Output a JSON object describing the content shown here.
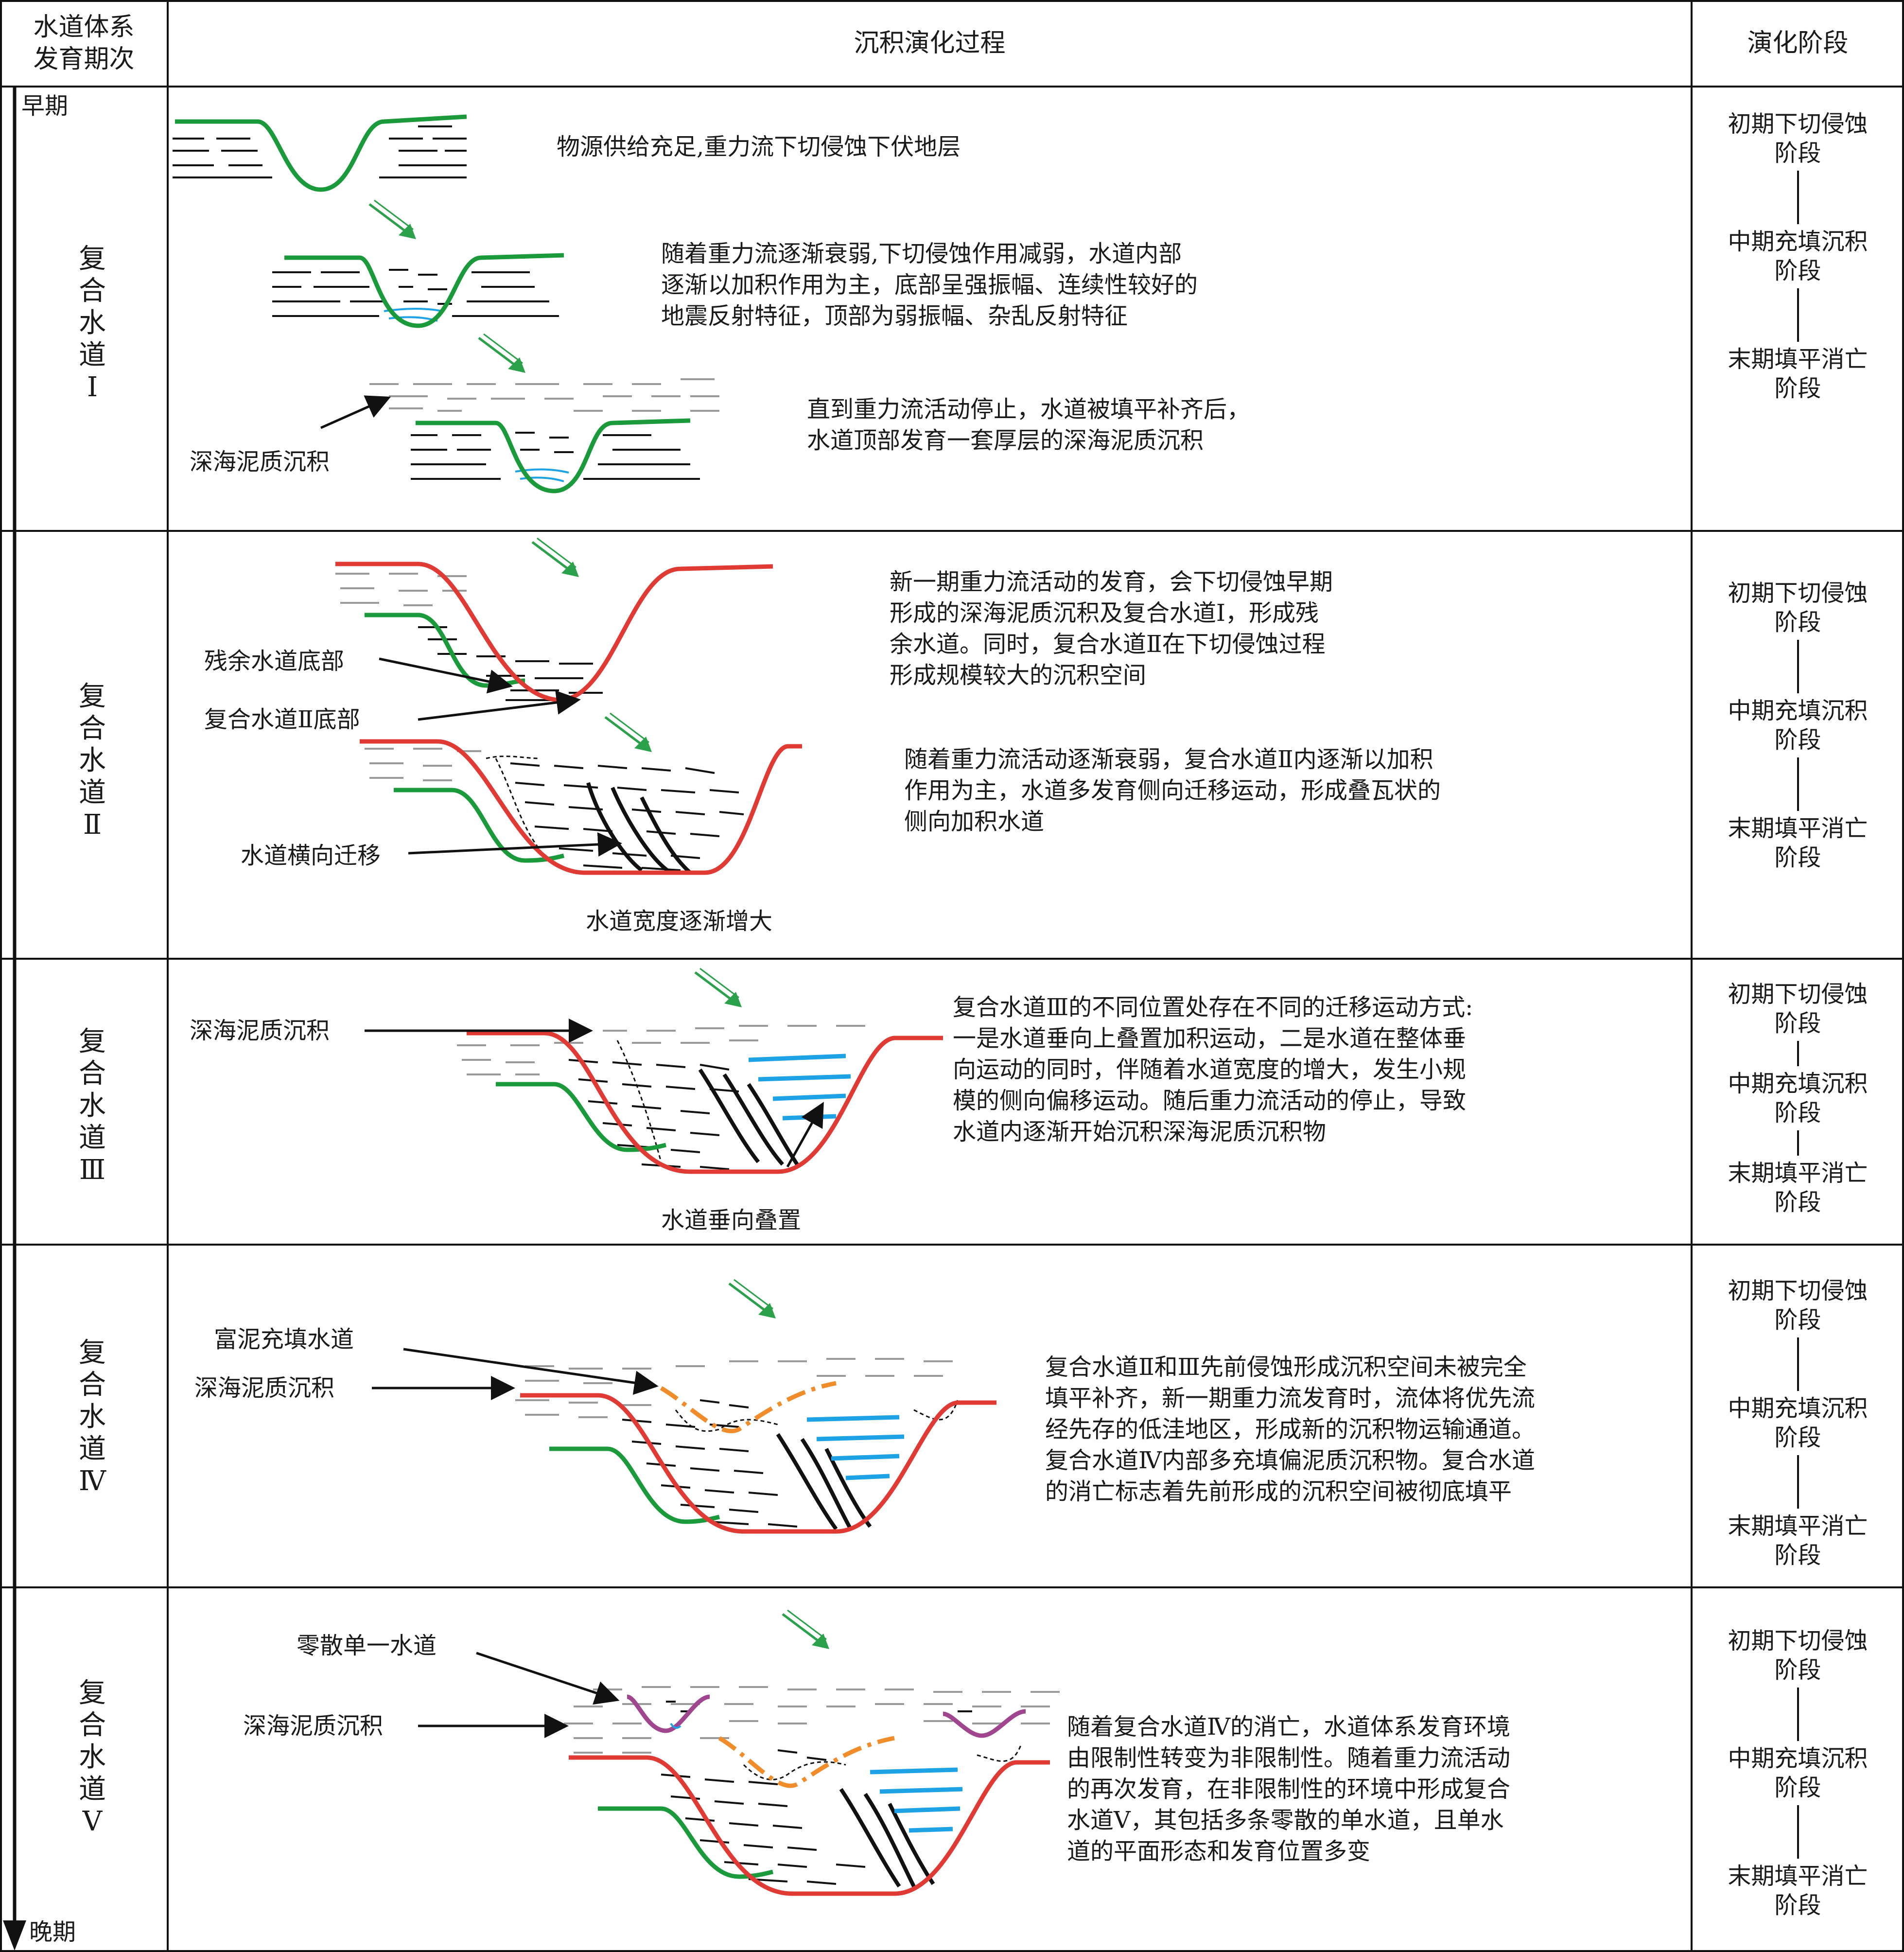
{
  "header": {
    "col1": "水道体系\n发育期次",
    "col2": "沉积演化过程",
    "col3": "演化阶段"
  },
  "time_axis": {
    "start": "早期",
    "end": "晚期"
  },
  "rows": [
    {
      "name": "复合水道Ⅰ",
      "vertical_chars": [
        "复",
        "合",
        "水",
        "道",
        "Ⅰ"
      ],
      "descriptions": [
        "物源供给充足,重力流下切侵蚀下伏地层",
        "随着重力流逐渐衰弱,下切侵蚀作用减弱，水道内部\n逐渐以加积作用为主，底部呈强振幅、连续性较好的\n地震反射特征，顶部为弱振幅、杂乱反射特征",
        "直到重力流活动停止，水道被填平补齐后，\n水道顶部发育一套厚层的深海泥质沉积"
      ],
      "labels": [
        "深海泥质沉积"
      ],
      "stages": [
        "初期下切侵蚀\n阶段",
        "中期充填沉积\n阶段",
        "末期填平消亡\n阶段"
      ]
    },
    {
      "name": "复合水道Ⅱ",
      "vertical_chars": [
        "复",
        "合",
        "水",
        "道",
        "Ⅱ"
      ],
      "descriptions": [
        "新一期重力流活动的发育，会下切侵蚀早期\n形成的深海泥质沉积及复合水道Ⅰ，形成残\n余水道。同时，复合水道Ⅱ在下切侵蚀过程\n形成规模较大的沉积空间",
        "随着重力流活动逐渐衰弱，复合水道Ⅱ内逐渐以加积\n作用为主，水道多发育侧向迁移运动，形成叠瓦状的\n侧向加积水道"
      ],
      "labels": [
        "残余水道底部",
        "复合水道Ⅱ底部",
        "水道横向迁移",
        "水道宽度逐渐增大"
      ],
      "stages": [
        "初期下切侵蚀\n阶段",
        "中期充填沉积\n阶段",
        "末期填平消亡\n阶段"
      ]
    },
    {
      "name": "复合水道Ⅲ",
      "vertical_chars": [
        "复",
        "合",
        "水",
        "道",
        "Ⅲ"
      ],
      "descriptions": [
        "复合水道Ⅲ的不同位置处存在不同的迁移运动方式:\n一是水道垂向上叠置加积运动，二是水道在整体垂\n向运动的同时，伴随着水道宽度的增大，发生小规\n模的侧向偏移运动。随后重力流活动的停止，导致\n水道内逐渐开始沉积深海泥质沉积物"
      ],
      "labels": [
        "深海泥质沉积",
        "水道垂向叠置"
      ],
      "stages": [
        "初期下切侵蚀\n阶段",
        "中期充填沉积\n阶段",
        "末期填平消亡\n阶段"
      ]
    },
    {
      "name": "复合水道Ⅳ",
      "vertical_chars": [
        "复",
        "合",
        "水",
        "道",
        "Ⅳ"
      ],
      "descriptions": [
        "复合水道Ⅱ和Ⅲ先前侵蚀形成沉积空间未被完全\n填平补齐，新一期重力流发育时，流体将优先流\n经先存的低洼地区，形成新的沉积物运输通道。\n复合水道Ⅳ内部多充填偏泥质沉积物。复合水道\n的消亡标志着先前形成的沉积空间被彻底填平"
      ],
      "labels": [
        "富泥充填水道",
        "深海泥质沉积"
      ],
      "stages": [
        "初期下切侵蚀\n阶段",
        "中期充填沉积\n阶段",
        "末期填平消亡\n阶段"
      ]
    },
    {
      "name": "复合水道Ⅴ",
      "vertical_chars": [
        "复",
        "合",
        "水",
        "道",
        "Ⅴ"
      ],
      "descriptions": [
        "随着复合水道Ⅳ的消亡，水道体系发育环境\n由限制性转变为非限制性。随着重力流活动\n的再次发育，在非限制性的环境中形成复合\n水道Ⅴ，其包括多条零散的单水道，且单水\n道的平面形态和发育位置多变"
      ],
      "labels": [
        "零散单一水道",
        "深海泥质沉积"
      ],
      "stages": [
        "初期下切侵蚀\n阶段",
        "中期充填沉积\n阶段",
        "末期填平消亡\n阶段"
      ]
    }
  ],
  "colors": {
    "channel_I": "#1a9a3a",
    "channel_II": "#e03a34",
    "lateral_accretion": "#111111",
    "vertical_stack": "#1ea2e6",
    "mud_fill": "#f08c2a",
    "single_channel": "#a0468e",
    "flow_arrow": "#2aa14a",
    "mud_dash": "#9a9a9a"
  }
}
